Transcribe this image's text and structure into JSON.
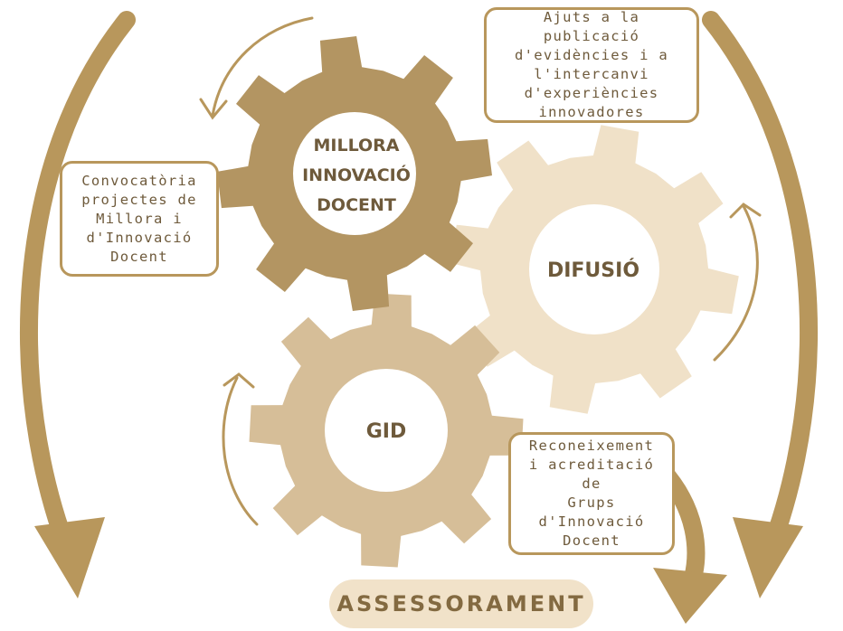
{
  "colors": {
    "gear_millora": "#b39562",
    "gear_difusio": "#f0e1c8",
    "gear_gid": "#d6be98",
    "gear_hub": "#ffffff",
    "arrow": "#b8975c",
    "text": "#6e5a3b",
    "pill_bg": "#f1e2c9"
  },
  "gears": {
    "millora": {
      "lines": [
        "MILLORA",
        "INNOVACIÓ",
        "DOCENT"
      ]
    },
    "difusio": {
      "label": "DIFUSIÓ"
    },
    "gid": {
      "label": "GID"
    }
  },
  "callouts": {
    "top": "Ajuts a la publicació\nd'evidències i a\nl'intercanvi\nd'experiències\ninnovadores",
    "left": "Convocatòria\nprojectes de\nMillora i\nd'Innovació\nDocent",
    "right": "Reconeixement\ni acreditació de\nGrups\nd'Innovació\nDocent"
  },
  "footer": {
    "label": "ASSESSORAMENT"
  },
  "icons": {
    "large_arrows": "curved-arrow-icon",
    "small_arrows": "thin-curved-arrow-icon"
  }
}
